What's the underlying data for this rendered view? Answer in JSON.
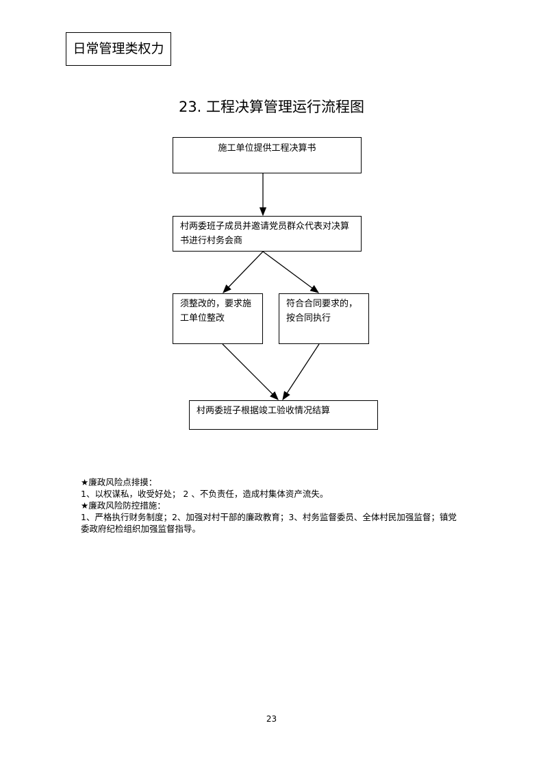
{
  "category": "日常管理类权力",
  "title": "23.  工程决算管理运行流程图",
  "flow": {
    "step1": "施工单位提供工程决算书",
    "step2": "村两委班子成员并邀请党员群众代表对决算书进行村务会商",
    "step3a": "须整改的，要求施工单位整改",
    "step3b": "符合合同要求的，按合同执行",
    "step4": "村两委班子根据竣工验收情况结算"
  },
  "notes": {
    "risk_heading": "★廉政风险点排摸：",
    "risk_text": "1、以权谋私，收受好处； 2 、不负责任，造成村集体资产流失。",
    "control_heading": "★廉政风险防控措施：",
    "control_text": "1、严格执行财务制度；2、加强对村干部的廉政教育；3、村务监督委员、全体村民加强监督；镇党委政府纪检组织加强监督指导。"
  },
  "page_number": "23"
}
